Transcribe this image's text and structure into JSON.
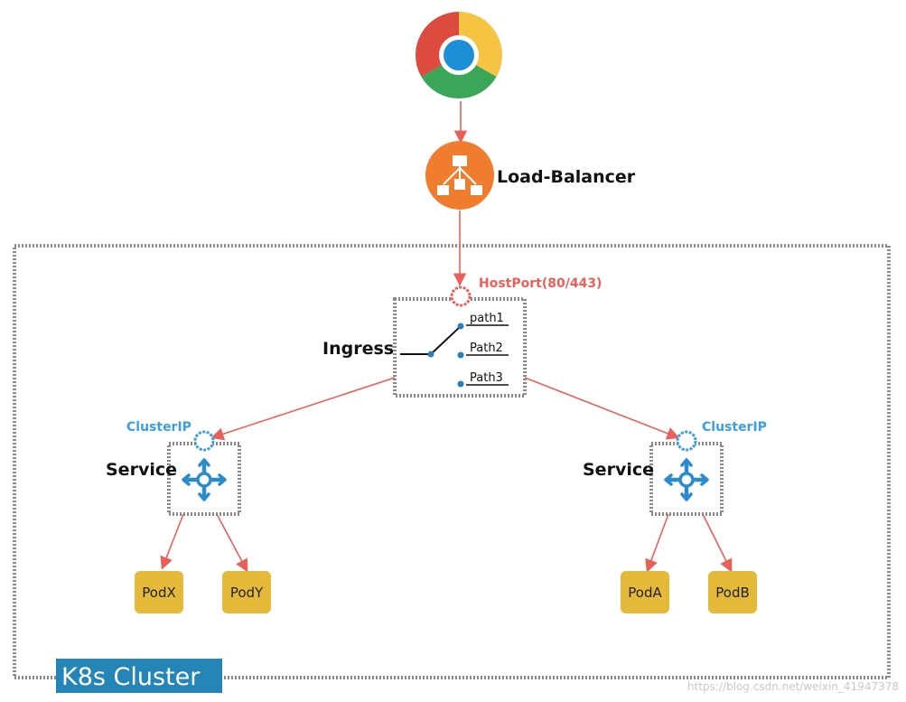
{
  "browser": {
    "icon": "chrome-icon"
  },
  "load_balancer": {
    "label": "Load-Balancer",
    "icon": "load-balancer-icon",
    "color": "#f07c2e"
  },
  "ingress": {
    "label": "Ingress",
    "host_port": "HostPort(80/443)",
    "paths": [
      "path1",
      "Path2",
      "Path3"
    ]
  },
  "services": [
    {
      "label": "Service",
      "cluster_ip": "ClusterIP",
      "pods": [
        "PodX",
        "PodY"
      ]
    },
    {
      "label": "Service",
      "cluster_ip": "ClusterIP",
      "pods": [
        "PodA",
        "PodB"
      ]
    }
  ],
  "cluster": {
    "label": "K8s Cluster"
  },
  "watermark": "https://blog.csdn.net/weixin_41947378",
  "colors": {
    "arrow": "#e8605a",
    "cluster_ip": "#3a9ee0",
    "service_icon": "#2b8ccc",
    "pod": "#e5b93a",
    "cluster_label_bg": "#2585b7",
    "border": "#8a8a8a"
  }
}
